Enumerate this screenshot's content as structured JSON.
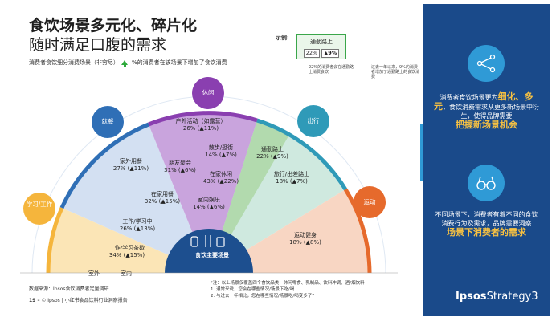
{
  "title": {
    "line1": "食饮场景多元化、碎片化",
    "line2": "随时满足口腹的需求"
  },
  "legend": {
    "prefix": "消费者食饮细分消费场景（非穷尽）",
    "suffix": "%的消费者在该场景下增加了食饮消费"
  },
  "example": {
    "label": "示例:",
    "scene": "通勤路上",
    "share": "22%",
    "increase": "9%",
    "note_left": "22%的消费者会在通勤路上消费食饮",
    "note_right": "过去一年以来，9%的消费者增加了通勤路上的食饮消费"
  },
  "sectors": {
    "dining_out": "就餐",
    "leisure": "休闲",
    "travel": "出行",
    "study_work": "学习/工作",
    "sport": "运动"
  },
  "cells": {
    "outdoor": {
      "name": "户外活动（如露营）",
      "share": "26%",
      "inc": "11%"
    },
    "walk": {
      "name": "散步/逛街",
      "share": "14%",
      "inc": "7%"
    },
    "friends": {
      "name": "朋友聚会",
      "share": "31%",
      "inc": "6%"
    },
    "home_leisure": {
      "name": "在家休闲",
      "share": "43%",
      "inc": "22%"
    },
    "indoor_ent": {
      "name": "室内娱乐",
      "share": "14%",
      "inc": "6%"
    },
    "eat_out": {
      "name": "家外用餐",
      "share": "27%",
      "inc": "11%"
    },
    "eat_home": {
      "name": "在家用餐",
      "share": "32%",
      "inc": "15%"
    },
    "commute": {
      "name": "通勤路上",
      "share": "22%",
      "inc": "9%"
    },
    "trip": {
      "name": "旅行/出差路上",
      "share": "18%",
      "inc": "7%"
    },
    "work_study": {
      "name": "工作/学习中",
      "share": "26%",
      "inc": "13%"
    },
    "work_break": {
      "name": "工作/学习茶歇",
      "share": "34%",
      "inc": "15%"
    },
    "fitness": {
      "name": "运动健身",
      "share": "18%",
      "inc": "8%"
    }
  },
  "core": "食饮主要场景",
  "axis": {
    "outdoor": "室外",
    "indoor": "室内"
  },
  "footer": {
    "source": "数据来源：Ipsos食饮消费者定量调研",
    "page": "19 –",
    "copyright": "© Ipsos | 小红书食品饮料行业洞察报告",
    "note1": "*注：以上场景仅覆盖四个食饮品类：休闲零食、乳制品、饮料冲调、酒/烟饮料",
    "note2": "1.  通常来说，您会在哪些情况/场景下吃/喝",
    "note3": "2.  与过去一年相比，您在哪些情况/场景吃/喝变多了?"
  },
  "panel": {
    "text1a": "消费者食饮场景更为",
    "text1b": "细化、多元",
    "text1c": "，食饮消费需求从更多新场景中衍生，使得品牌需要",
    "text1d": "把握新场景机会",
    "text2a": "不同场景下，消费者有着不同的食饮消费行为及需求，品牌需要洞察",
    "text2b": "场景下消费者的需求",
    "brand_bold": "Ipsos",
    "brand_rest": "Strategy3"
  },
  "colors": {
    "study": "#f5b53c",
    "dining": "#2f6fb6",
    "leisure": "#8a3fb0",
    "travel": "#2f9ab8",
    "sport": "#e66a2c",
    "core": "#1d4f8f",
    "arrow": "#2eaa3c",
    "panel": "#1a4a8a"
  }
}
